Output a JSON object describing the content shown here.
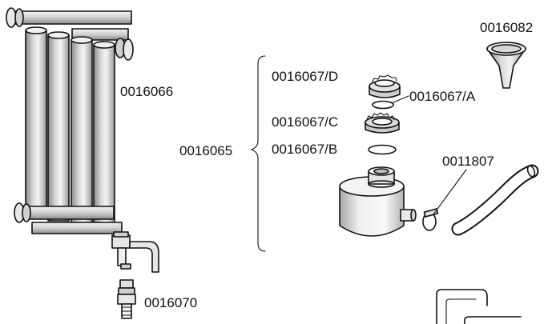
{
  "parts": {
    "filter_column_assembly": "0016066",
    "kit_bracket": "0016065",
    "cap": "0016067/D",
    "o_ring_small": "0016067/A",
    "threaded_ring": "0016067/C",
    "o_ring_large": "0016067/B",
    "funnel": "0016082",
    "hose_and_clamp": "0011807",
    "drain_fitting": "0016070"
  },
  "colors": {
    "line": "#111111",
    "shade": "#9a9a9a",
    "light": "#d9d9d9",
    "fill": "#ffffff"
  }
}
